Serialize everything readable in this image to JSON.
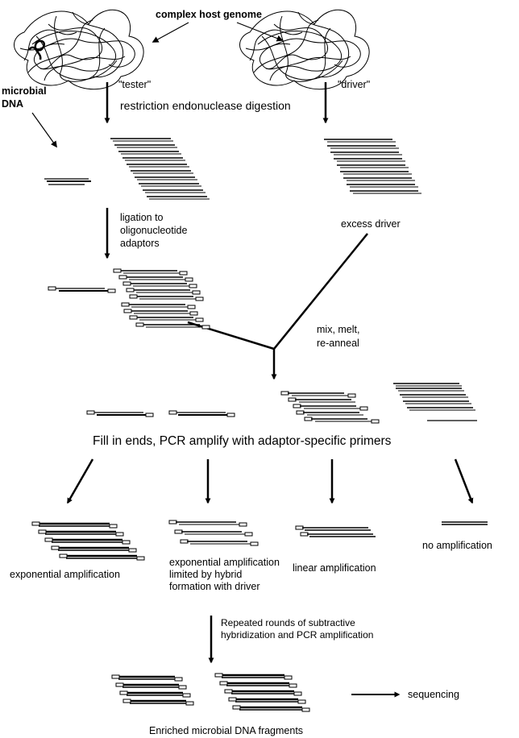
{
  "labels": {
    "host_genome": "complex host genome",
    "microbial_dna_line1": "microbial",
    "microbial_dna_line2": "DNA",
    "tester": "\"tester\"",
    "driver": "\"driver\"",
    "digestion": "restriction endonuclease digestion",
    "ligation_line1": "ligation to",
    "ligation_line2": "oligonucleotide",
    "ligation_line3": "adaptors",
    "excess_driver": "excess driver",
    "mix_line1": "mix, melt,",
    "mix_line2": "re-anneal",
    "fill_in": "Fill in ends, PCR amplify with adaptor-specific primers",
    "exponential": "exponential amplification",
    "limited_line1": "exponential amplification",
    "limited_line2": "limited by hybrid",
    "limited_line3": "formation with driver",
    "linear": "linear amplification",
    "no_amp": "no amplification",
    "repeated_line1": "Repeated rounds of subtractive",
    "repeated_line2": "hybridization and PCR amplification",
    "sequencing": "sequencing",
    "enriched": "Enriched microbial DNA fragments"
  }
}
